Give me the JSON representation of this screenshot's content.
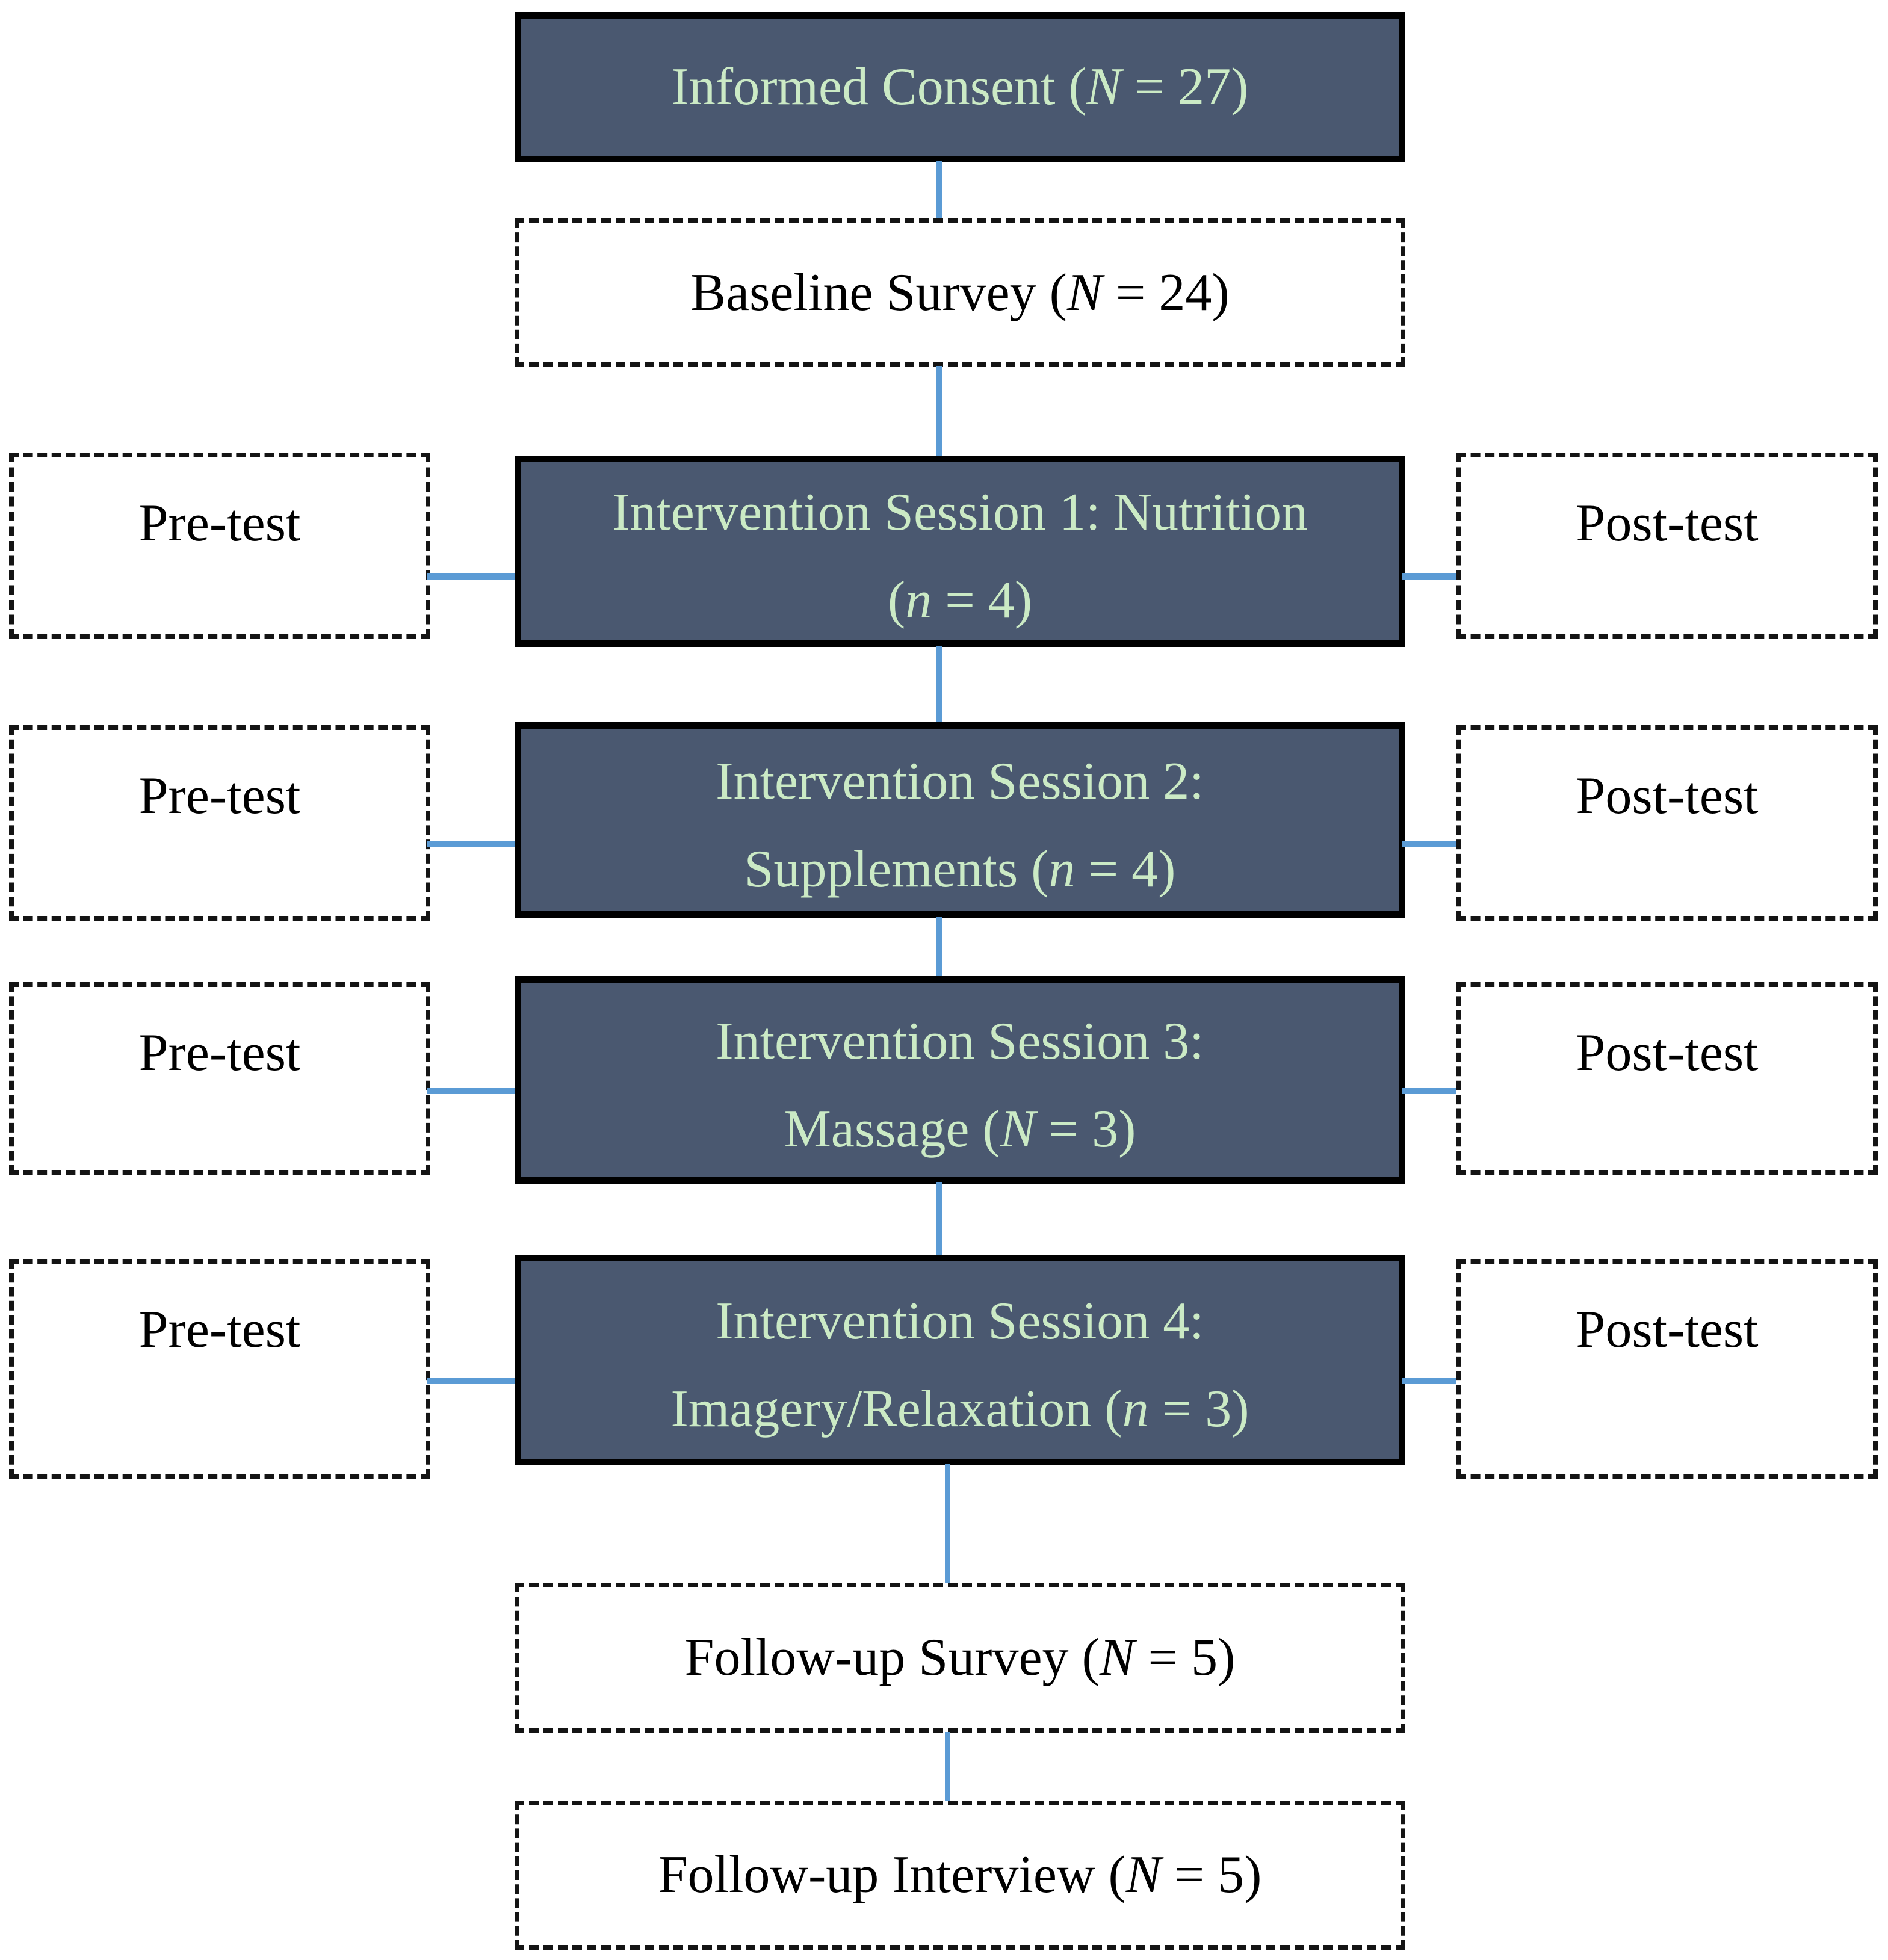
{
  "colors": {
    "box_fill": "#4A5870",
    "box_text": "#CBEAC5",
    "connector": "#5B9BD5",
    "border": "#000000",
    "page_bg": "#FFFFFF"
  },
  "nodes": {
    "informed_consent": {
      "pre": "Informed Consent (",
      "var": "N",
      "post": " = 27)"
    },
    "baseline_survey": {
      "pre": "Baseline Survey (",
      "var": "N",
      "post": " = 24)"
    },
    "sessions": [
      {
        "pretest": "Pre-test",
        "posttest": "Post-test",
        "title": "Intervention Session 1: Nutrition",
        "sub_pre": "(",
        "sub_var": "n",
        "sub_post": " = 4)"
      },
      {
        "pretest": "Pre-test",
        "posttest": "Post-test",
        "title": "Intervention Session 2:",
        "sub_pre": "Supplements (",
        "sub_var": "n",
        "sub_post": " = 4)"
      },
      {
        "pretest": "Pre-test",
        "posttest": "Post-test",
        "title": "Intervention Session 3:",
        "sub_pre": "Massage (",
        "sub_var": "N",
        "sub_post": " = 3)"
      },
      {
        "pretest": "Pre-test",
        "posttest": "Post-test",
        "title": "Intervention Session 4:",
        "sub_pre": "Imagery/Relaxation (",
        "sub_var": "n",
        "sub_post": " = 3)"
      }
    ],
    "followup_survey": {
      "pre": "Follow-up Survey (",
      "var": "N",
      "post": " = 5)"
    },
    "followup_interview": {
      "pre": "Follow-up Interview (",
      "var": "N",
      "post": " = 5)"
    }
  }
}
